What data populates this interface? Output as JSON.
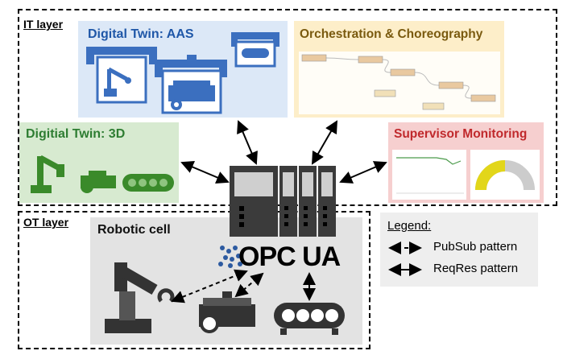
{
  "layers": {
    "it": "IT layer",
    "ot": "OT layer"
  },
  "boxes": {
    "aas": "Digital Twin: AAS",
    "orchestration": "Orchestration & Choreography",
    "twin3d": "Digitial Twin: 3D",
    "monitoring": "Supervisor Monitoring",
    "robotic_cell": "Robotic cell"
  },
  "opcua": "OPC UA",
  "legend": {
    "title": "Legend:",
    "pubsub": "PubSub pattern",
    "reqres": "ReqRes pattern"
  },
  "colors": {
    "aas_bg": "#dce8f7",
    "aas_icon": "#3b6fbf",
    "orch_bg": "#fdeec9",
    "twin3d_bg": "#d7ead0",
    "twin3d_icon": "#3a8a2a",
    "monitor_bg": "#f6cfcf",
    "monitor_title": "#c0292c",
    "cell_bg": "#e3e3e3",
    "legend_bg": "#eeeeee",
    "plc": "#3b3b3b"
  }
}
